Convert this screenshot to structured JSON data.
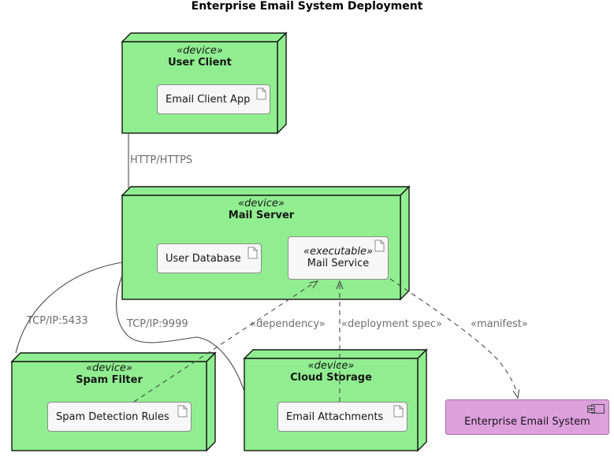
{
  "title": "Enterprise Email System Deployment",
  "nodes": {
    "user_client": {
      "stereotype": "«device»",
      "name": "User Client"
    },
    "mail_server": {
      "stereotype": "«device»",
      "name": "Mail Server"
    },
    "spam_filter": {
      "stereotype": "«device»",
      "name": "Spam Filter"
    },
    "cloud_storage": {
      "stereotype": "«device»",
      "name": "Cloud Storage"
    }
  },
  "artifacts": {
    "email_client_app": {
      "label": "Email Client App"
    },
    "user_database": {
      "label": "User Database"
    },
    "mail_service": {
      "stereotype": "«executable»",
      "label": "Mail Service"
    },
    "spam_detection_rules": {
      "label": "Spam Detection Rules"
    },
    "email_attachments": {
      "label": "Email Attachments"
    }
  },
  "components": {
    "enterprise_email_system": {
      "label": "Enterprise Email System"
    }
  },
  "edge_labels": {
    "http": "HTTP/HTTPS",
    "tcp_5433": "TCP/IP:5433",
    "tcp_9999": "TCP/IP:9999",
    "dependency": "«dependency»",
    "deployment_spec": "«deployment spec»",
    "manifest": "«manifest»"
  },
  "colors": {
    "node_fill": "#90EE90",
    "node_border": "#161616",
    "artifact_fill": "#f7f7f7",
    "artifact_border": "#8c8c8c",
    "component_fill": "#DDA0DD",
    "component_border": "#a86ea8",
    "edge": "#4a4a4a",
    "edge_label": "#6e6e6e"
  }
}
